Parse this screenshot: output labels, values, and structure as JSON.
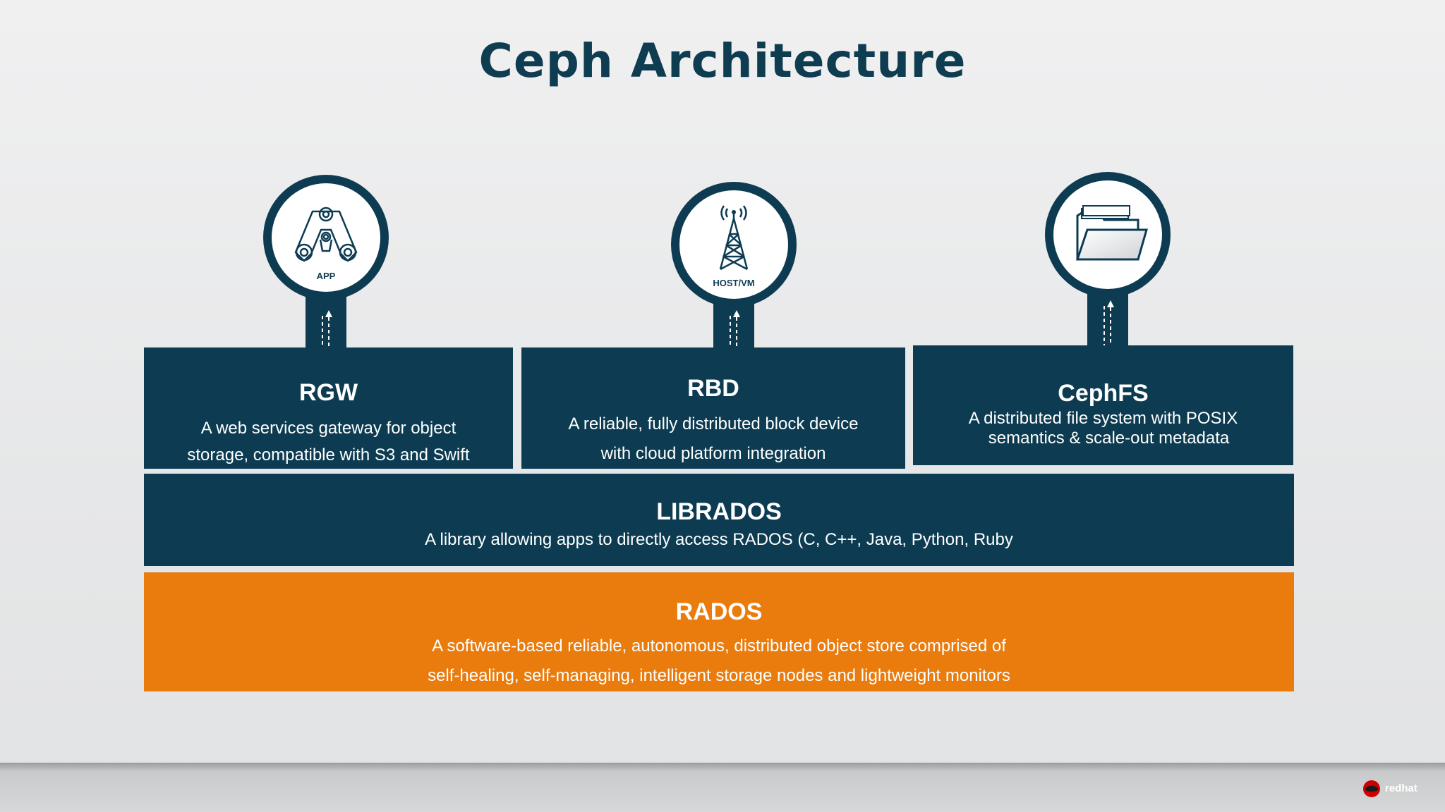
{
  "title": "Ceph Architecture",
  "layers": {
    "rgw": {
      "title": "RGW",
      "desc_line1": "A web services gateway for object",
      "desc_line2": "storage, compatible with S3 and Swift",
      "icon": "app-icon",
      "icon_caption": "APP"
    },
    "rbd": {
      "title": "RBD",
      "desc_line1": "A reliable, fully distributed block device",
      "desc_line2": "with cloud platform integration",
      "icon": "host-vm-tower-icon",
      "icon_caption": "HOST/VM"
    },
    "cephfs": {
      "title": "CephFS",
      "desc_line1": "A distributed file system with POSIX",
      "desc_line2": "semantics & scale-out metadata",
      "icon": "folder-icon"
    },
    "librados": {
      "title": "LIBRADOS",
      "desc": "A library allowing apps to directly access RADOS (C, C++, Java, Python, Ruby"
    },
    "rados": {
      "title": "RADOS",
      "desc_line1": "A software-based reliable, autonomous, distributed object store comprised of",
      "desc_line2": "self-healing, self-managing, intelligent storage nodes and lightweight monitors"
    }
  },
  "logo": {
    "text": "redhat",
    "icon": "redhat-logo-icon"
  },
  "colors": {
    "navy": "#0d3c52",
    "orange": "#e97c0d",
    "title": "#0e3c50",
    "background": "#e8e9ea"
  }
}
